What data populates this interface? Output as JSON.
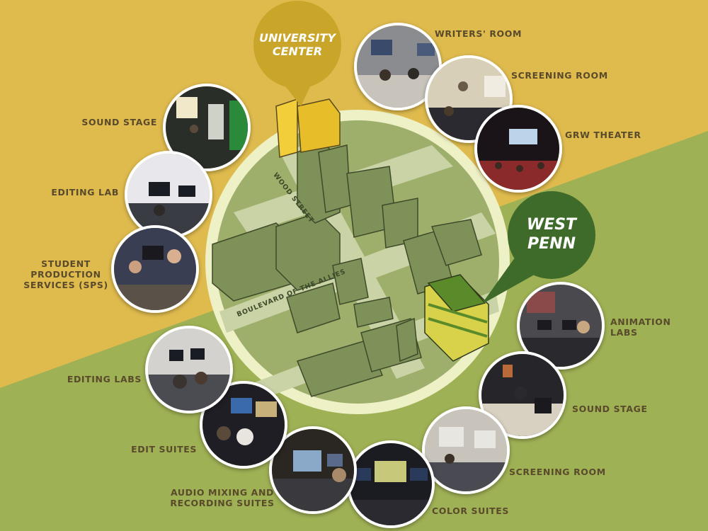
{
  "callouts": {
    "university_center": "UNIVERSITY\nCENTER",
    "west_penn": "WEST\nPENN"
  },
  "streets": {
    "wood_street": "WOOD STREET",
    "boulevard": "BOULEVARD OF THE ALLIES"
  },
  "university_center_spaces": [
    {
      "label": "WRITERS' ROOM"
    },
    {
      "label": "SCREENING ROOM"
    },
    {
      "label": "GRW THEATER"
    },
    {
      "label": "SOUND STAGE"
    },
    {
      "label": "EDITING LAB"
    },
    {
      "label": "STUDENT\nPRODUCTION\nSERVICES (SPS)"
    }
  ],
  "west_penn_spaces": [
    {
      "label": "ANIMATION\nLABS"
    },
    {
      "label": "SOUND STAGE"
    },
    {
      "label": "SCREENING ROOM"
    },
    {
      "label": "COLOR SUITES"
    },
    {
      "label": "AUDIO MIXING AND\nRECORDING SUITES"
    },
    {
      "label": "EDIT SUITES"
    },
    {
      "label": "EDITING LABS"
    }
  ],
  "colors": {
    "top_background": "#dfbb4e",
    "bottom_background": "#9fb155",
    "map_green": "#9daf6a",
    "bubble_gold": "#c9a52a",
    "bubble_green": "#3f6b2a",
    "label_text": "#5a4a2c"
  }
}
